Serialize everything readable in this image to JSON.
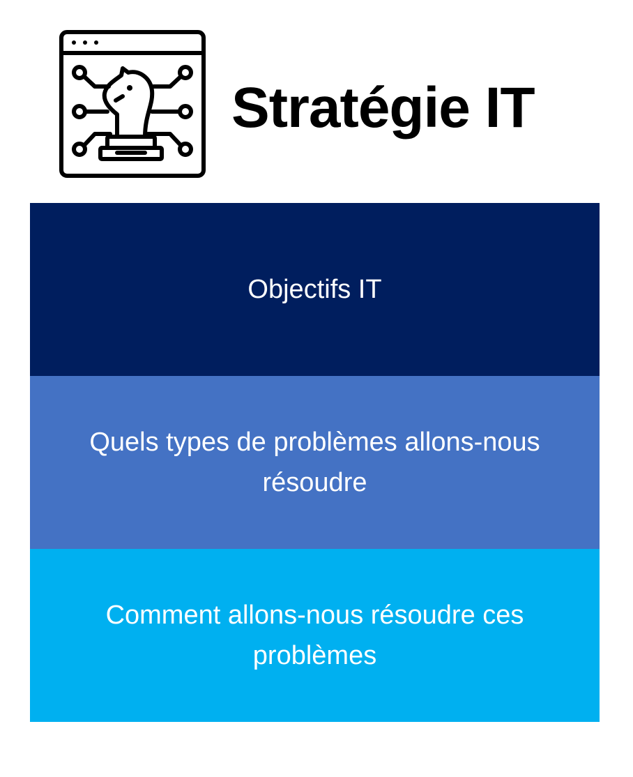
{
  "title": "Stratégie IT",
  "logo": {
    "icon": "chess-knight-circuit-browser-icon",
    "stroke_color": "#000000"
  },
  "boxes": [
    {
      "label": "Objectifs IT",
      "color": "#001E5E"
    },
    {
      "label": "Quels types de problèmes allons-nous résoudre",
      "color": "#4472C4"
    },
    {
      "label": "Comment allons-nous résoudre ces problèmes",
      "color": "#00B0F0"
    }
  ]
}
